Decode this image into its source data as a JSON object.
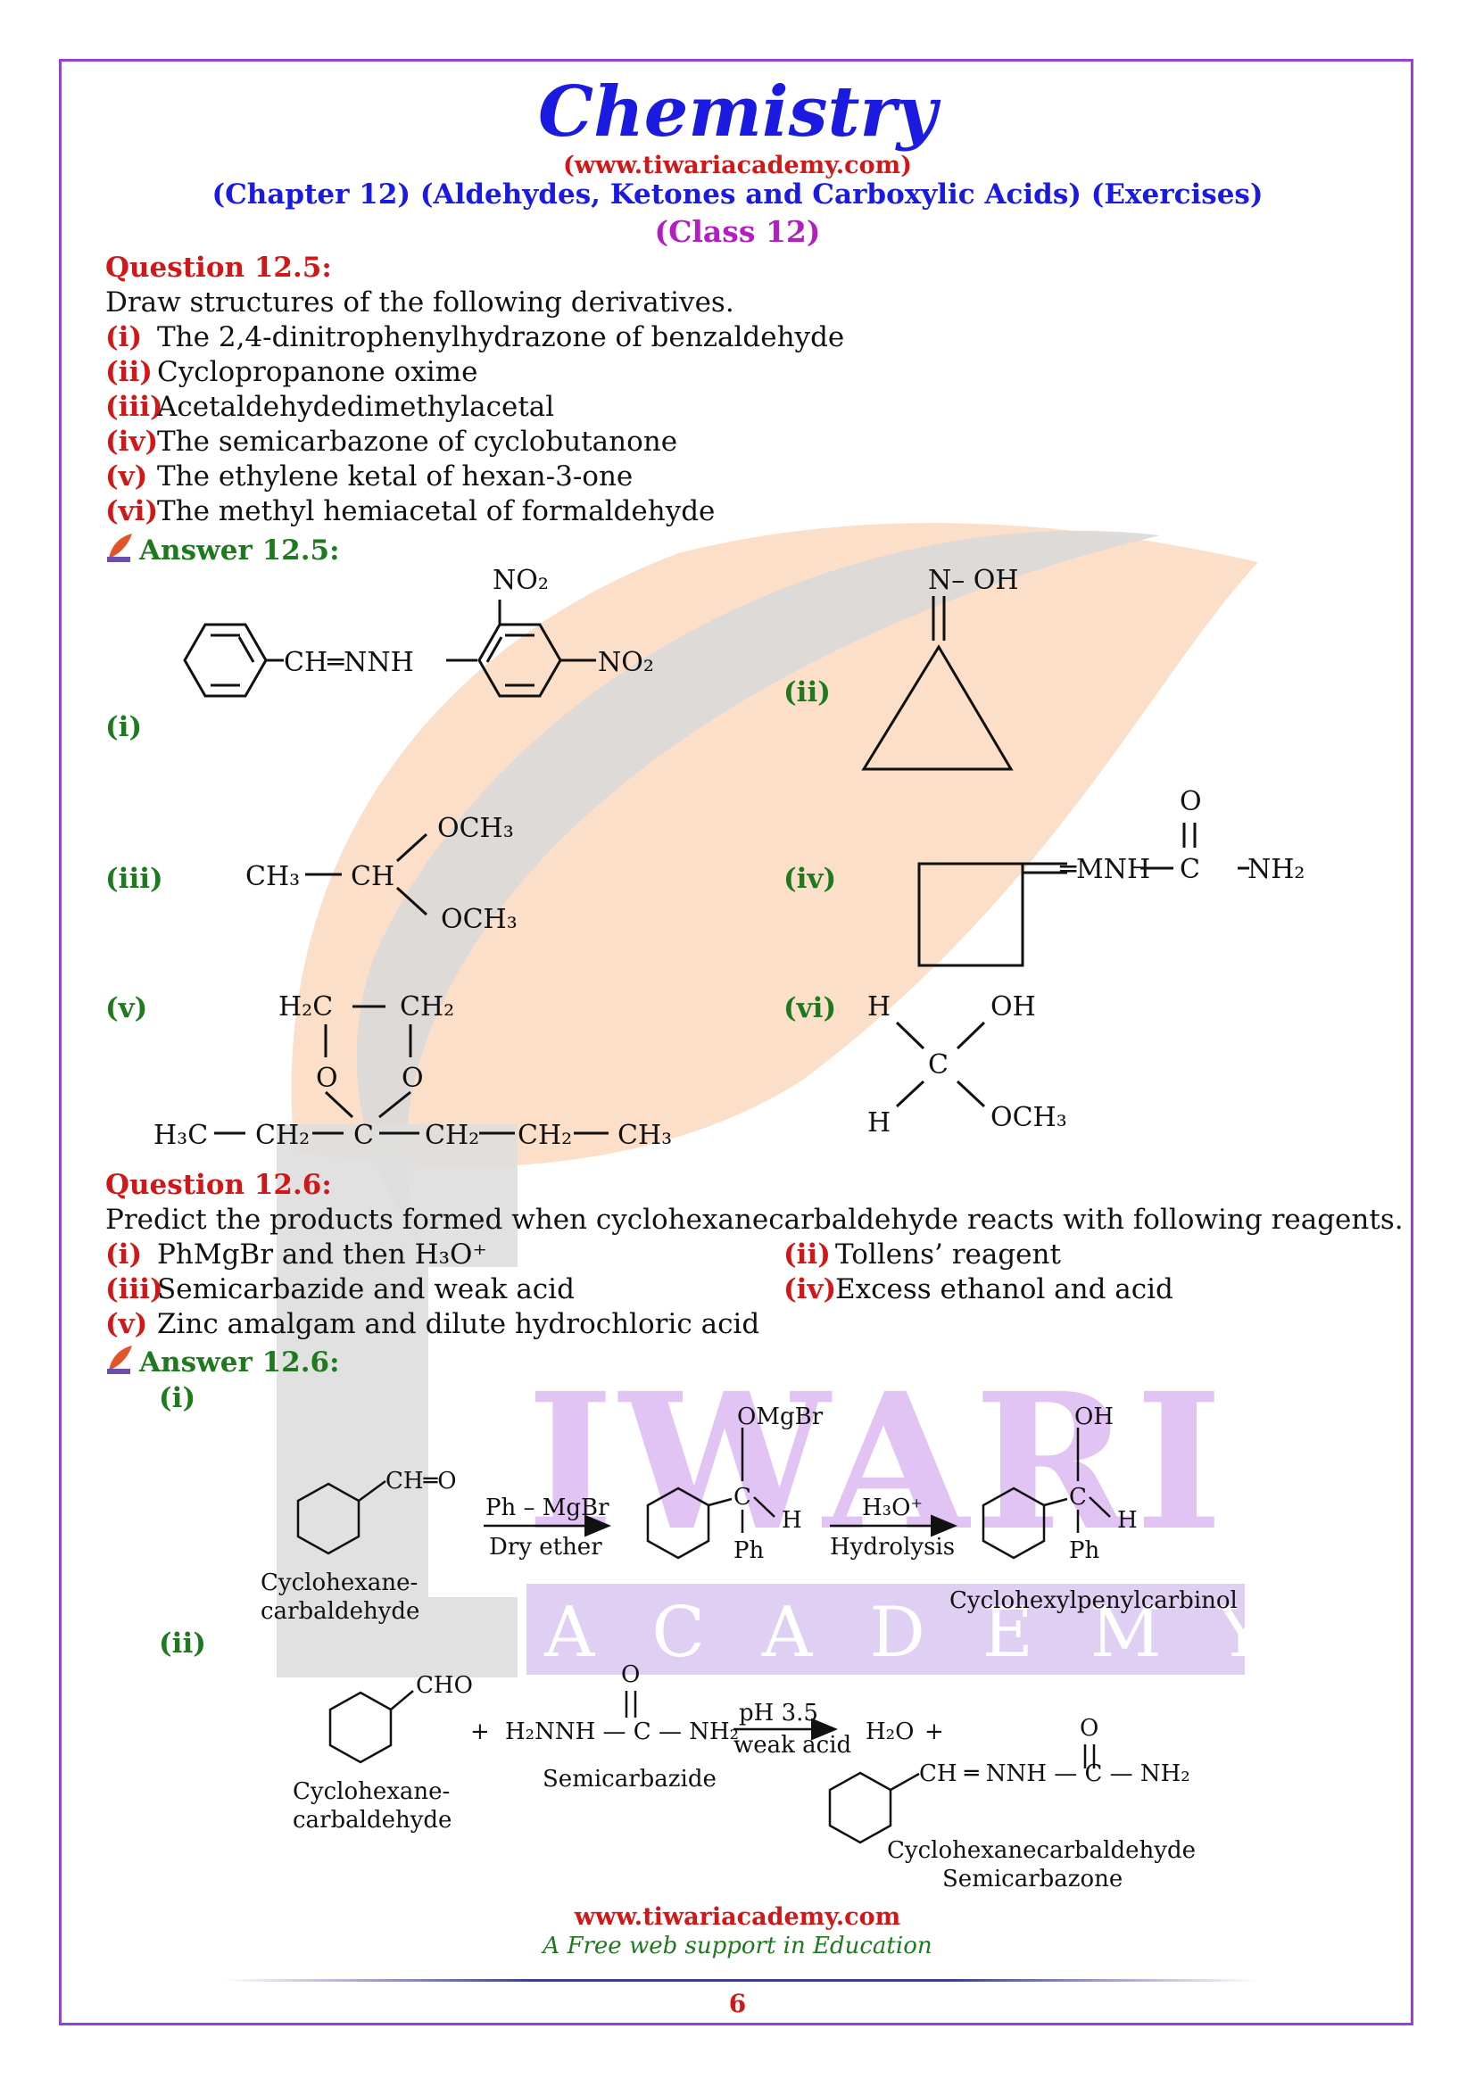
{
  "header": {
    "title": "Chemistry",
    "url": "(www.tiwariacademy.com)",
    "chapter": "(Chapter 12) (Aldehydes, Ketones and Carboxylic Acids) (Exercises)",
    "class_label": "(Class 12)"
  },
  "watermark": {
    "word1": "IWARI",
    "word2": "ACADEMY"
  },
  "q125": {
    "title": "Question 12.5:",
    "prompt": "Draw structures of the following derivatives.",
    "items": [
      {
        "num": "(i)",
        "text": "The 2,4-dinitrophenylhydrazone of benzaldehyde"
      },
      {
        "num": "(ii)",
        "text": "Cyclopropanone oxime"
      },
      {
        "num": "(iii)",
        "text": "Acetaldehydedimethylacetal"
      },
      {
        "num": "(iv)",
        "text": "The semicarbazone of cyclobutanone"
      },
      {
        "num": "(v)",
        "text": "The ethylene ketal of hexan-3-one"
      },
      {
        "num": "(vi)",
        "text": "The methyl hemiacetal of formaldehyde"
      }
    ],
    "answer_title": "Answer 12.5:",
    "labels": [
      "(i)",
      "(ii)",
      "(iii)",
      "(iv)",
      "(v)",
      "(vi)"
    ],
    "struct": {
      "i": {
        "no2_top": "NO₂",
        "ch_nnh": "CH═NNH",
        "no2_right": "NO₂"
      },
      "ii": {
        "noh": "N– OH"
      },
      "iii": {
        "ch3": "CH₃",
        "ch": "CH",
        "och3_top": "OCH₃",
        "och3_bottom": "OCH₃"
      },
      "iv": {
        "o": "O",
        "mnh": "═MNH",
        "c": "C",
        "nh2": "NH₂"
      },
      "v": {
        "h2c": "H₂C",
        "ch2_top": "CH₂",
        "o_left": "O",
        "o_right": "O",
        "h3c": "H₃C",
        "ch2_a": "CH₂",
        "c": "C",
        "ch2_b": "CH₂",
        "ch2_c": "CH₂",
        "ch3": "CH₃"
      },
      "vi": {
        "h_top": "H",
        "oh": "OH",
        "c": "C",
        "h_bottom": "H",
        "och3": "OCH₃"
      }
    }
  },
  "q126": {
    "title": "Question 12.6:",
    "prompt": "Predict the products formed when cyclohexanecarbaldehyde reacts with following reagents.",
    "items": [
      {
        "num": "(i)",
        "text": "PhMgBr and then H₃O⁺"
      },
      {
        "num": "(ii)",
        "text": "Tollens’ reagent"
      },
      {
        "num": "(iii)",
        "text": "Semicarbazide and weak acid"
      },
      {
        "num": "(iv)",
        "text": "Excess ethanol and acid"
      },
      {
        "num": "(v)",
        "text": "Zinc amalgam and dilute hydrochloric acid"
      }
    ],
    "answer_title": "Answer 12.6:",
    "labels": [
      "(i)",
      "(ii)"
    ],
    "reaction_i": {
      "cho": "CH═O",
      "reactant_name_1": "Cyclohexane-",
      "reactant_name_2": "carbaldehyde",
      "reagent_top": "Ph – MgBr",
      "reagent_bottom": "Dry ether",
      "omgbr": "OMgBr",
      "c": "C",
      "h": "H",
      "ph": "Ph",
      "step2_top": "H₃O⁺",
      "step2_bottom": "Hydrolysis",
      "oh": "OH",
      "product_name": "Cyclohexylpenylcarbinol"
    },
    "reaction_ii": {
      "cho": "CHO",
      "reactant_name_1": "Cyclohexane-",
      "reactant_name_2": "carbaldehyde",
      "plus1": "+",
      "o": "O",
      "semicarbazide": "H₂NNH — C — NH₂",
      "semicarbazide_name": "Semicarbazide",
      "cond_top": "pH 3.5",
      "cond_bottom": "weak acid",
      "water": "H₂O",
      "plus2": "+",
      "product_chain": "CH ═ NNH — C — NH₂",
      "product_o": "O",
      "product_name_1": "Cyclohexanecarbaldehyde",
      "product_name_2": "Semicarbazone"
    }
  },
  "footer": {
    "url": "www.tiwariacademy.com",
    "tagline": "A Free web support in Education",
    "page": "6"
  },
  "colors": {
    "border": "#9b3fd0",
    "title": "#1a1ae0",
    "red": "#d01818",
    "green": "#1f7a1f",
    "class": "#b21ec0"
  }
}
